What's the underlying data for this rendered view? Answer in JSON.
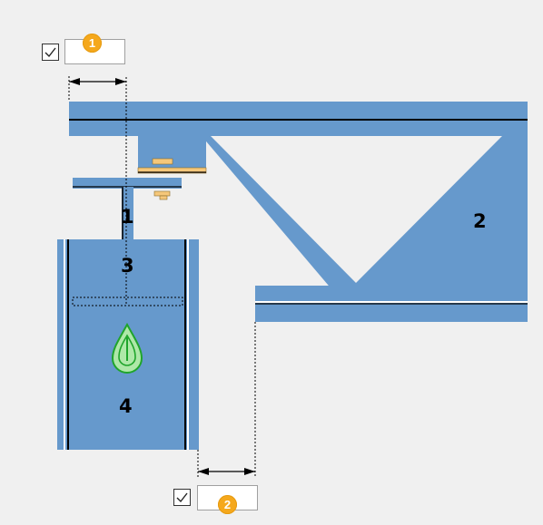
{
  "dimension_1": {
    "checked": true,
    "value": "",
    "badge": "1"
  },
  "dimension_2": {
    "checked": true,
    "value": "",
    "badge": "2"
  },
  "part_labels": {
    "p1": "1",
    "p2": "2",
    "p3": "3",
    "p4": "4"
  },
  "colors": {
    "part_fill": "#6699cc",
    "edge_line": "#000000",
    "gap_line": "#ffffff",
    "fastener": "#f5c77a",
    "pin_icon": "#1fa52b",
    "badge": "#f5a81c"
  },
  "icons": {
    "pin": "drop-pin-icon",
    "checkbox": "checkmark-icon"
  }
}
